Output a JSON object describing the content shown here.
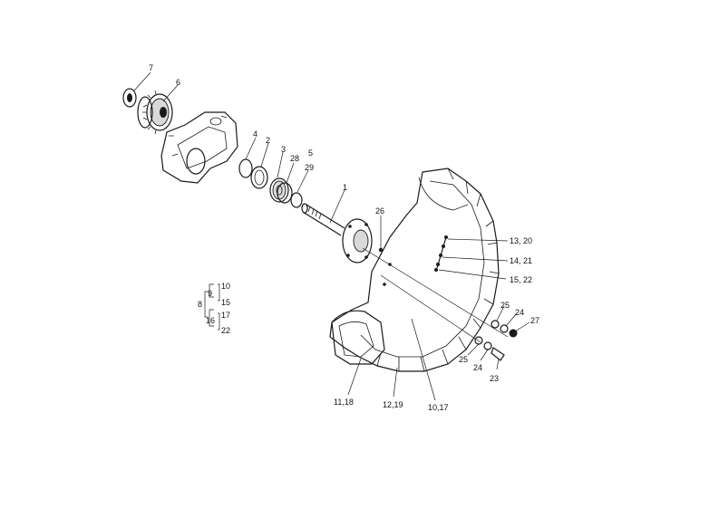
{
  "labels": {
    "p7": "7",
    "p6": "6",
    "p4": "4",
    "p2": "2",
    "p3": "3",
    "p28": "28",
    "p5": "5",
    "p29": "29",
    "p1": "1",
    "p26": "26",
    "p13_20": "13, 20",
    "p14_21": "14, 21",
    "p15_22": "15, 22",
    "p25a": "25",
    "p24a": "24",
    "p27": "27",
    "p25b": "25",
    "p24b": "24",
    "p23": "23",
    "p11_18": "11,18",
    "p12_19": "12,19",
    "p10_17": "10,17"
  },
  "legend": {
    "n8": "8",
    "n9": "9",
    "n10": "10",
    "n15": "15",
    "n16": "16",
    "n17": "17",
    "n22": "22"
  }
}
